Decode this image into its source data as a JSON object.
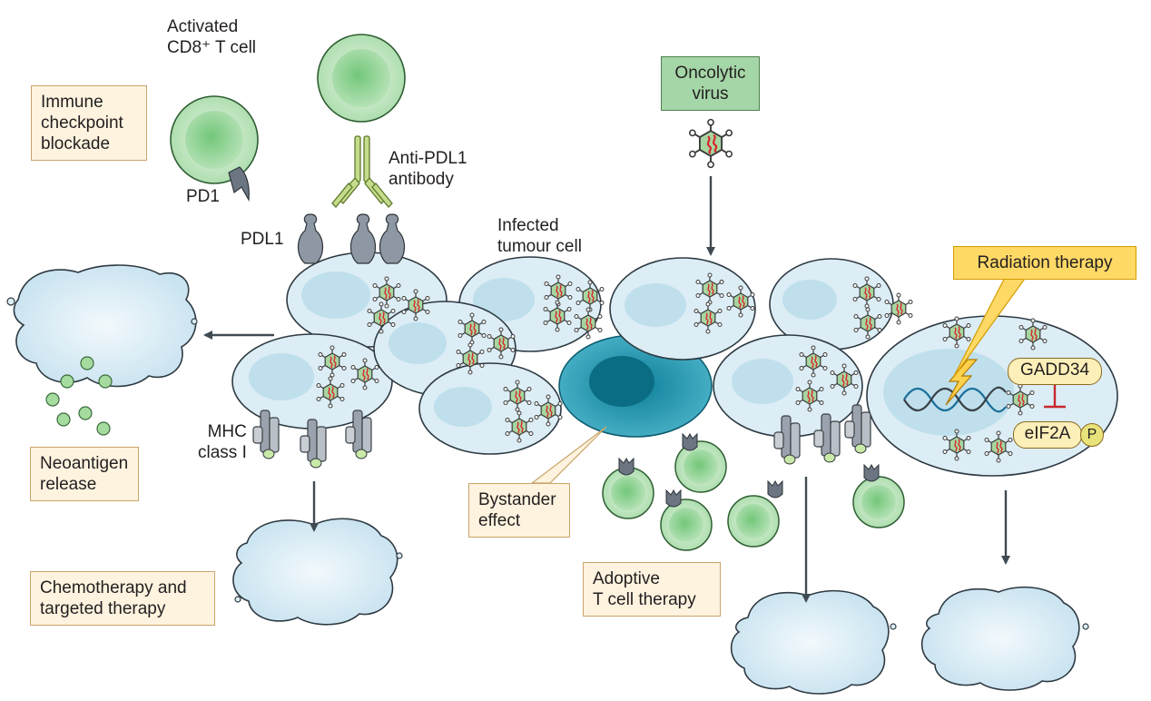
{
  "labels": {
    "activated_cd8": "Activated\nCD8⁺ T cell",
    "immune_checkpoint": "Immune\ncheckpoint\nblockade",
    "pd1": "PD1",
    "anti_pdl1": "Anti-PDL1\nantibody",
    "pdl1": "PDL1",
    "infected_tumour": "Infected\ntumour cell",
    "oncolytic_virus": "Oncolytic\nvirus",
    "radiation_therapy": "Radiation therapy",
    "gadd34": "GADD34",
    "eif2a": "eIF2A",
    "phospho": "P",
    "mhc_class_i": "MHC\nclass I",
    "neoantigen_release": "Neoantigen\nrelease",
    "chemotherapy": "Chemotherapy and\ntargeted therapy",
    "bystander_effect": "Bystander\neffect",
    "adoptive_t_cell": "Adoptive\nT cell therapy"
  },
  "colors": {
    "tumour_fill": "#dcedf5",
    "tumour_stroke": "#2e3a42",
    "nucleus": "#bfdfed",
    "tcell": "#8fd494",
    "bystander": "#1f9bb3",
    "virus": "#a7d6a0",
    "viral_rna": "#d8262c",
    "box_cream": "#fdf3df",
    "box_green": "#a5d6a7",
    "box_yellow": "#ffd966",
    "arrow": "#3f4a52"
  }
}
